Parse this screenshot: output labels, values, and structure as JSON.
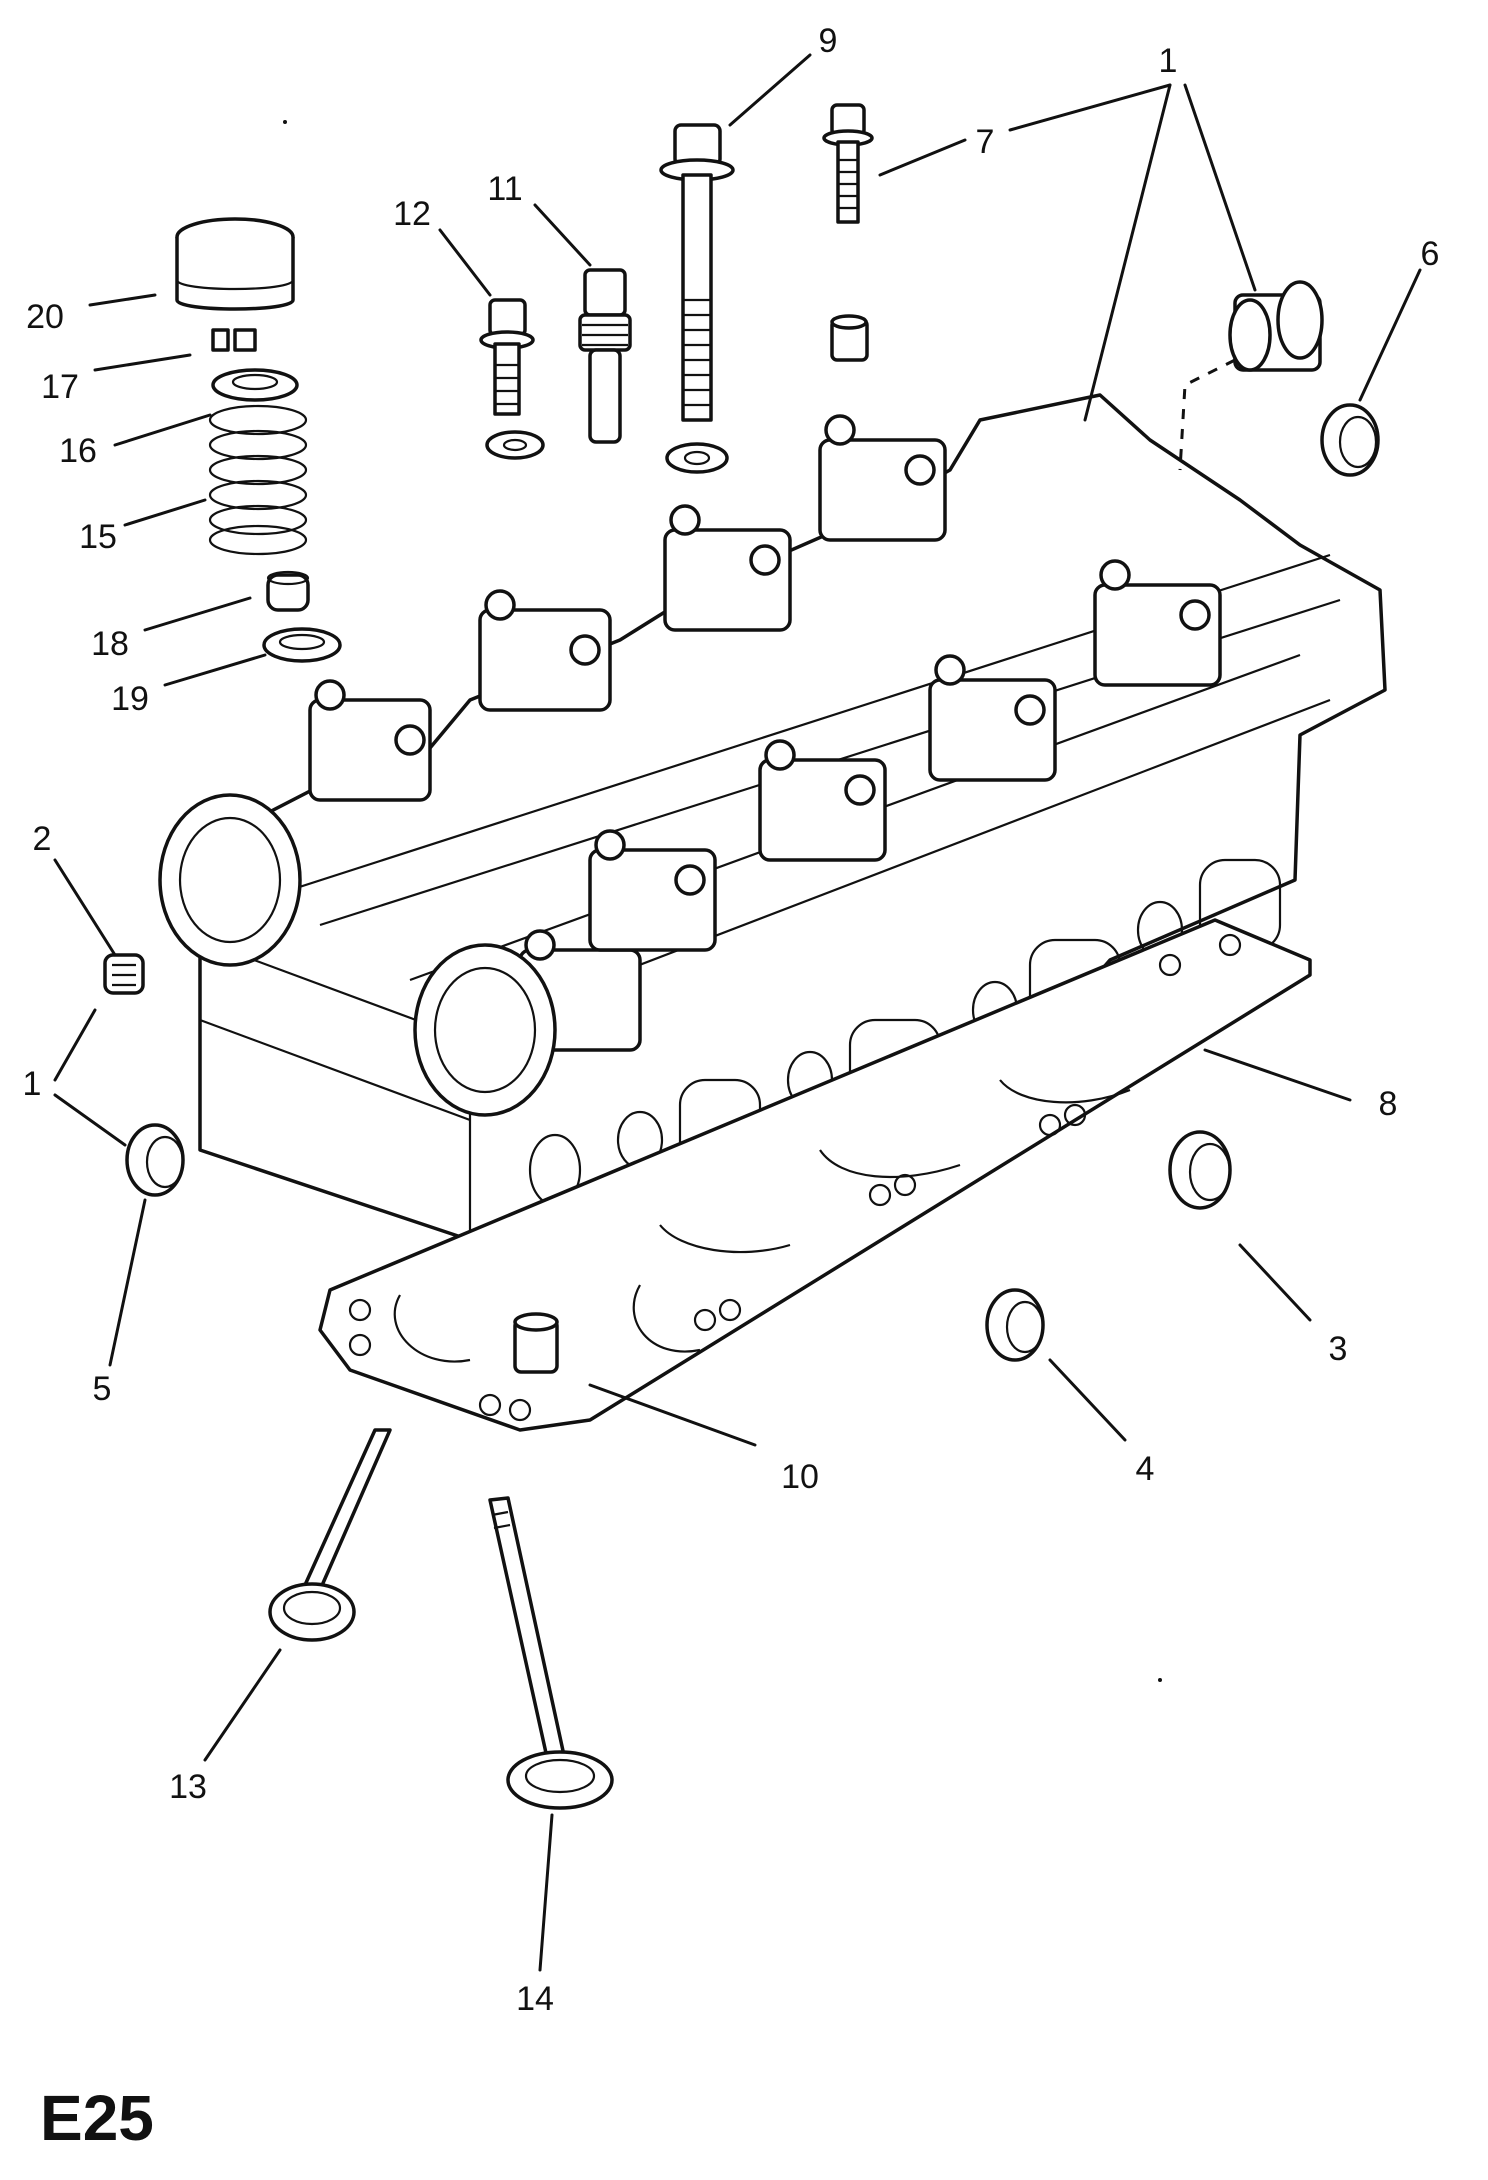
{
  "page_code": "E25",
  "callouts": {
    "c1a": "1",
    "c1b": "1",
    "c2": "2",
    "c3": "3",
    "c4": "4",
    "c5": "5",
    "c6": "6",
    "c7": "7",
    "c8": "8",
    "c9": "9",
    "c10": "10",
    "c11": "11",
    "c12": "12",
    "c13": "13",
    "c14": "14",
    "c15": "15",
    "c16": "16",
    "c17": "17",
    "c18": "18",
    "c19": "19",
    "c20": "20"
  }
}
